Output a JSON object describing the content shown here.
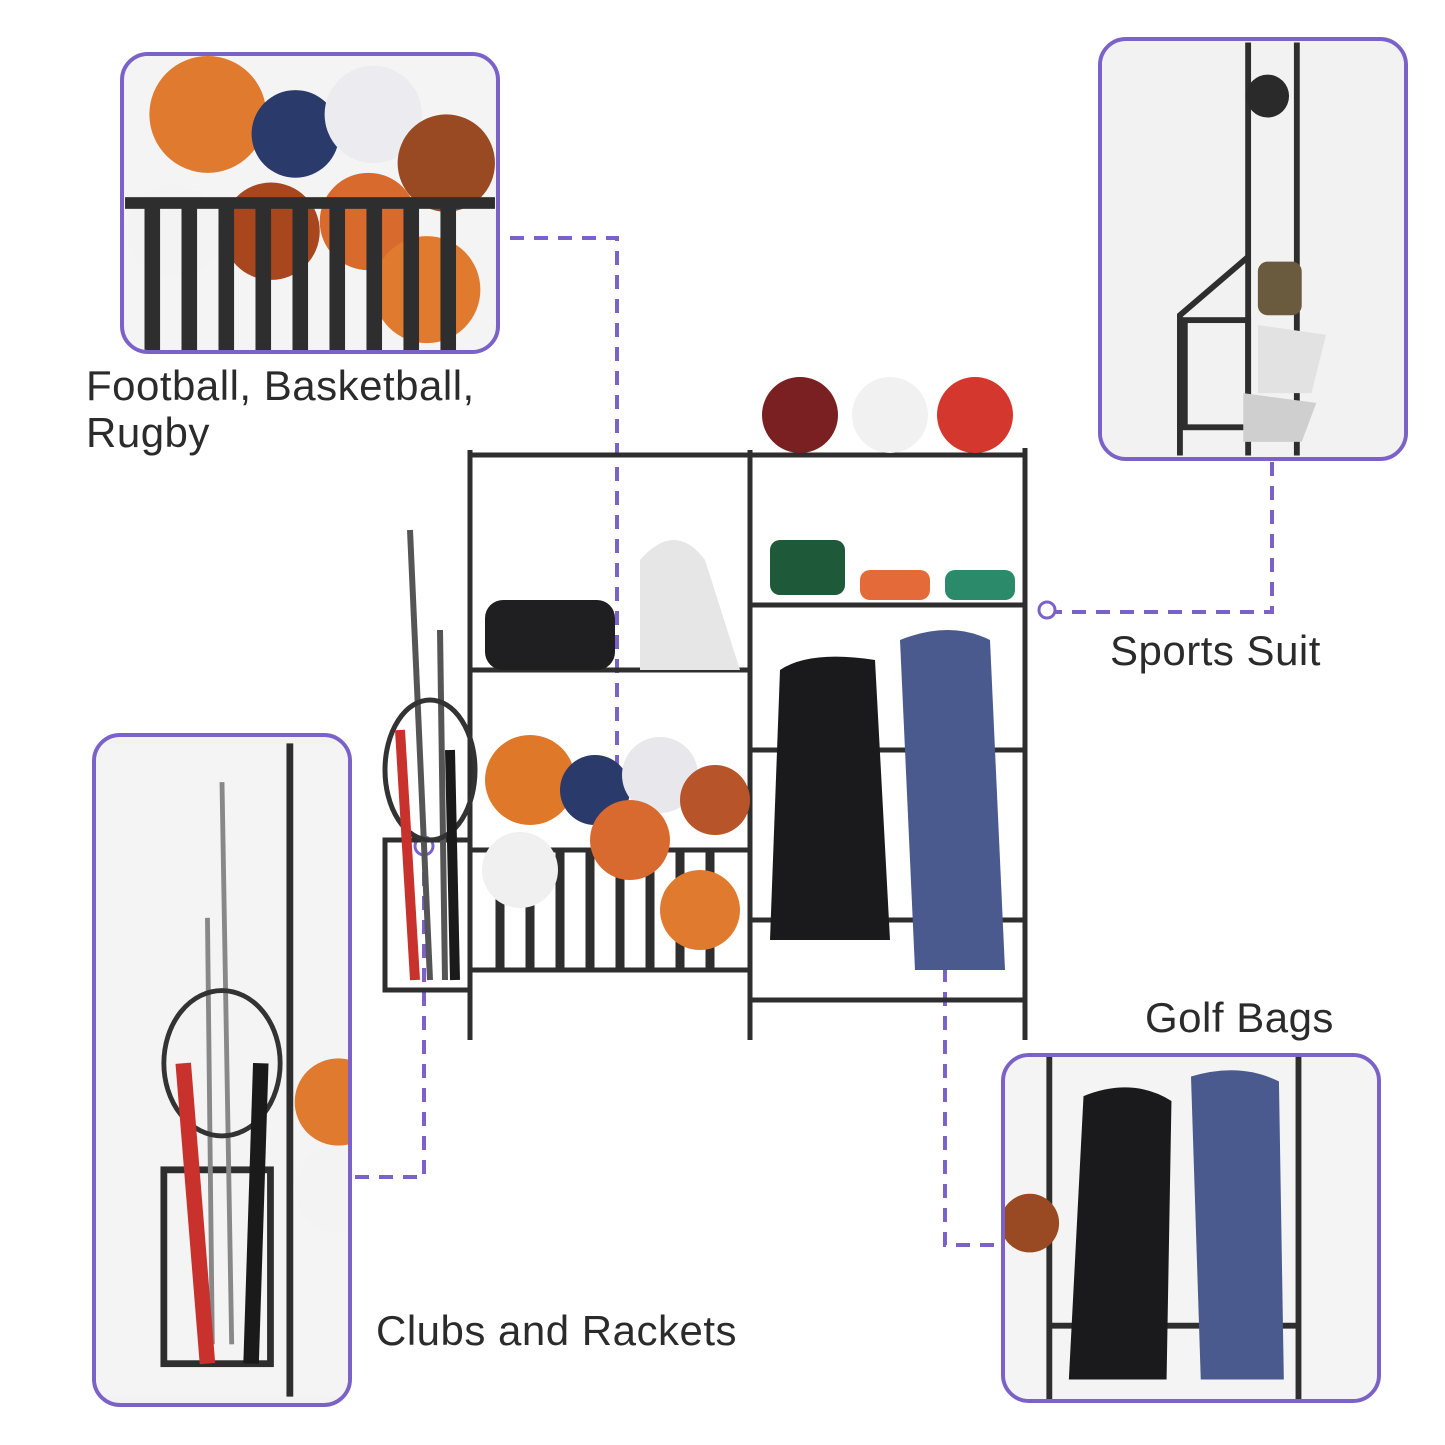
{
  "labels": {
    "balls_line1": "Football, Basketball,",
    "balls_line2": "Rugby",
    "suit": "Sports Suit",
    "golf": "Golf Bags",
    "clubs": "Clubs and Rackets"
  },
  "colors": {
    "accent": "#7b62c9",
    "rack": "#2e2e2e",
    "text": "#2b2b2b"
  },
  "icons": {
    "rack": "storage-rack-icon",
    "ball": "ball-icon",
    "golf_bag": "golf-bag-icon",
    "club": "golf-club-icon"
  }
}
